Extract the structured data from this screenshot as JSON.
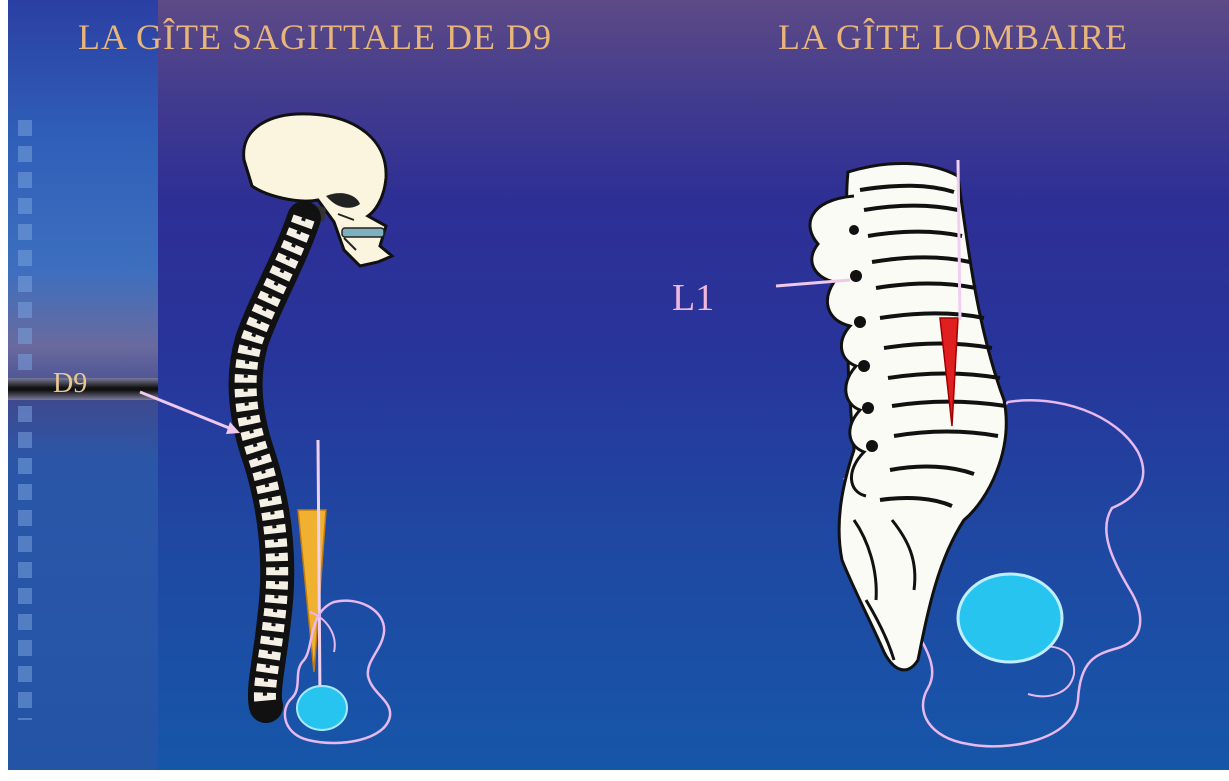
{
  "titles": {
    "left": "LA GÎTE SAGITTALE DE D9",
    "right": "LA GÎTE LOMBAIRE"
  },
  "labels": {
    "d9": "D9",
    "l1": "L1"
  },
  "colors": {
    "title": "#e8b57a",
    "pointer_line": "#f0c8ec",
    "pelvis_outline": "#e8b8f0",
    "femoral_head": "#27c4f0",
    "gite_wedge_left": "#f0b030",
    "gite_wedge_right": "#e02020"
  }
}
